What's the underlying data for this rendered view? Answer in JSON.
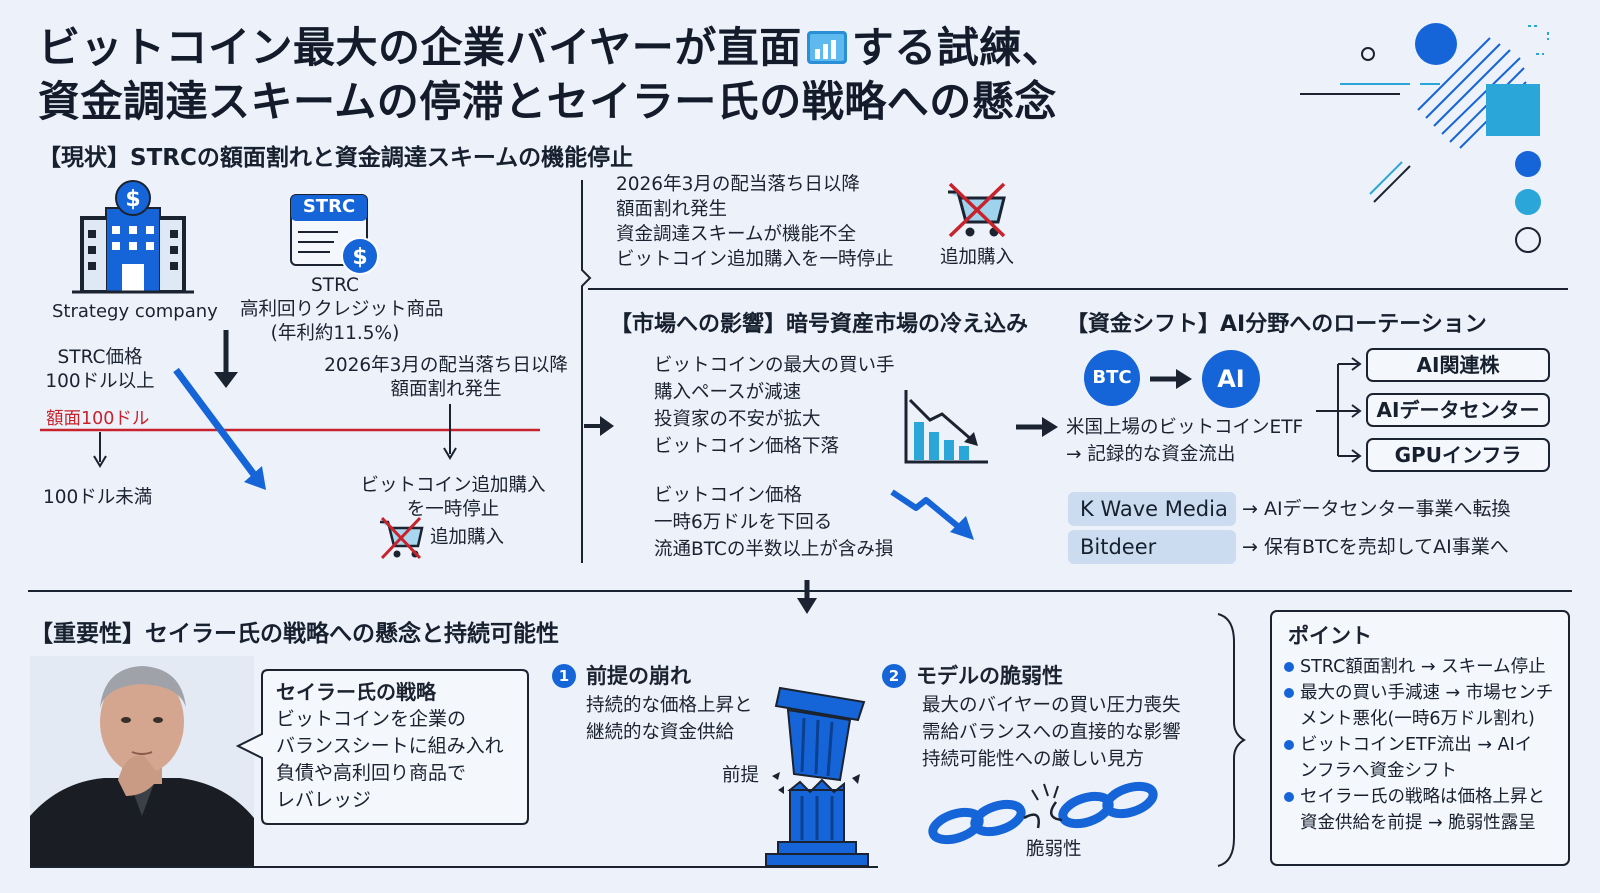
{
  "title": {
    "line1a": "ビットコイン最大の企業バイヤーが直面",
    "line1b": "する試練、",
    "line2": "資金調達スキームの停滞とセイラー氏の戦略への懸念"
  },
  "status": {
    "heading": "【現状】STRCの額面割れと資金調達スキームの機能停止",
    "company_label": "Strategy company",
    "strc_badge": "STRC",
    "strc_name": "STRC",
    "strc_desc": "高利回りクレジット商品",
    "strc_rate": "(年利約11.5%)",
    "price_above_1": "STRC価格",
    "price_above_2": "100ドル以上",
    "par_label": "額面100ドル",
    "price_below": "100ドル未満",
    "exdiv_1": "2026年3月の配当落ち日以降",
    "exdiv_2": "額面割れ発生",
    "halt_1": "ビットコイン追加購入",
    "halt_2": "を一時停止",
    "cart_label": "追加購入"
  },
  "summary": {
    "lines": [
      "2026年3月の配当落ち日以降",
      "額面割れ発生",
      "資金調達スキームが機能不全",
      "ビットコイン追加購入を一時停止"
    ],
    "cart_label": "追加購入"
  },
  "market": {
    "heading": "【市場への影響】暗号資産市場の冷え込み",
    "lines_a": [
      "ビットコインの最大の買い手",
      "購入ペースが減速",
      "投資家の不安が拡大",
      "ビットコイン価格下落"
    ],
    "lines_b": [
      "ビットコイン価格",
      "一時6万ドルを下回る",
      "流通BTCの半数以上が含み損"
    ]
  },
  "shift": {
    "heading": "【資金シフト】AI分野へのローテーション",
    "btc": "BTC",
    "ai": "AI",
    "etf_1": "米国上場のビットコインETF",
    "etf_2": "→ 記録的な資金流出",
    "targets": [
      "AI関連株",
      "AIデータセンター",
      "GPUインフラ"
    ],
    "companies": [
      {
        "name": "K Wave Media",
        "desc": "→ AIデータセンター事業へ転換"
      },
      {
        "name": "Bitdeer",
        "desc": "→ 保有BTCを売却してAI事業へ"
      }
    ]
  },
  "importance": {
    "heading": "【重要性】セイラー氏の戦略への懸念と持続可能性",
    "strategy_title": "セイラー氏の戦略",
    "strategy_lines": [
      "ビットコインを企業の",
      "バランスシートに組み入れ",
      "負債や高利回り商品で",
      "レバレッジ"
    ],
    "p1_num": "1",
    "p1_title": "前提の崩れ",
    "p1_lines": [
      "持続的な価格上昇と",
      "継続的な資金供給"
    ],
    "pillar_label": "前提",
    "p2_num": "2",
    "p2_title": "モデルの脆弱性",
    "p2_lines": [
      "最大のバイヤーの買い圧力喪失",
      "需給バランスへの直接的な影響",
      "持続可能性への厳しい見方"
    ],
    "chain_label": "脆弱性"
  },
  "points": {
    "heading": "ポイント",
    "items": [
      [
        "STRC額面割れ → スキーム停止"
      ],
      [
        "最大の買い手減速 → 市場センチ",
        "メント悪化(一時6万ドル割れ)"
      ],
      [
        "ビットコインETF流出 → AIイ",
        "ンフラへ資金シフト"
      ],
      [
        "セイラー氏の戦略は価格上昇と",
        "資金供給を前提 → 脆弱性露呈"
      ]
    ]
  },
  "colors": {
    "accent_blue": "#1565d8",
    "light_blue": "#2aa6d9",
    "par_red": "#c8232c",
    "background": "#edf2fa"
  }
}
